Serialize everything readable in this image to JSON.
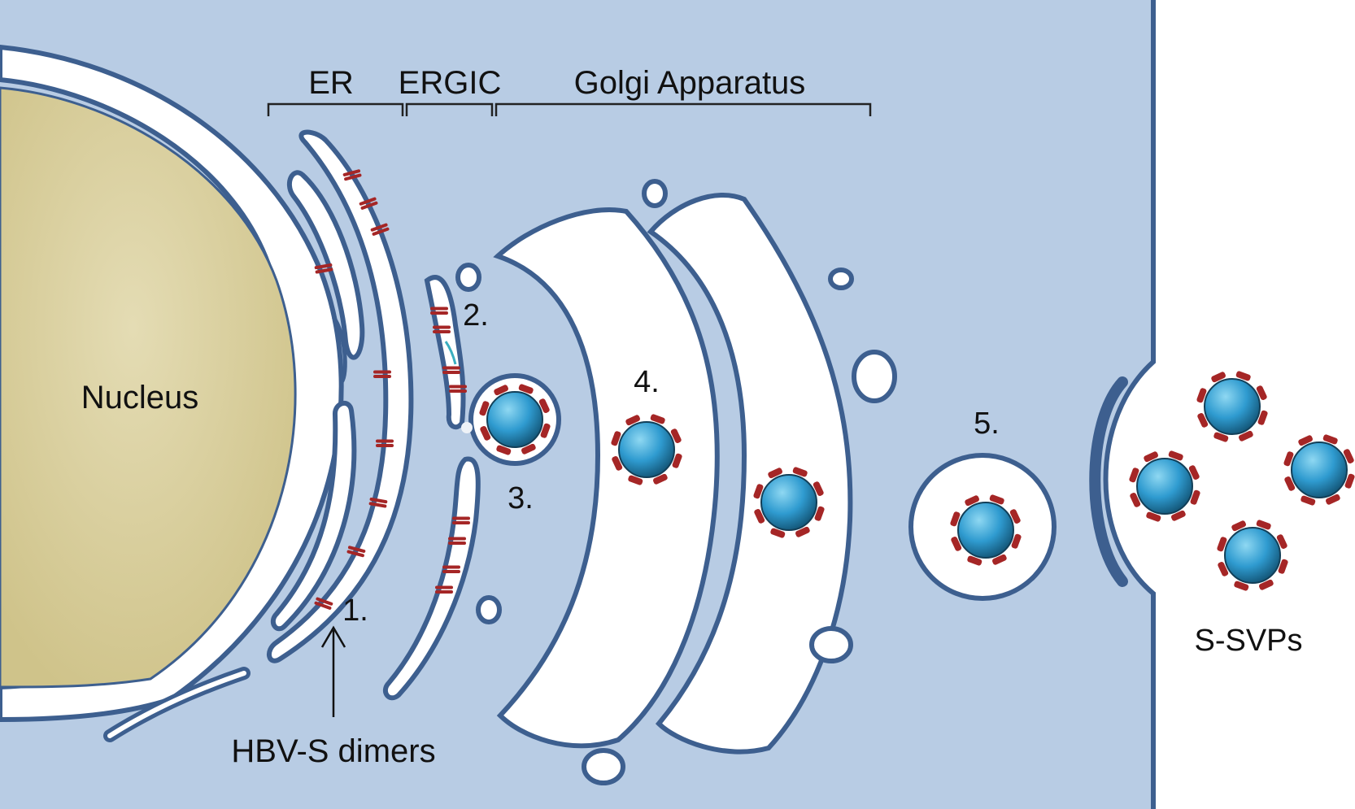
{
  "labels": {
    "er": "ER",
    "ergic": "ERGIC",
    "golgi": "Golgi Apparatus",
    "nucleus": "Nucleus",
    "step1": "1.",
    "step2": "2.",
    "step3": "3.",
    "step4": "4.",
    "step5": "5.",
    "dimers": "HBV-S dimers",
    "svps": "S-SVPs"
  },
  "colors": {
    "cytoplasm": "#b8cce4",
    "membrane": "#3d5f8f",
    "lumen": "#ffffff",
    "nucleus": "#d9cf9f",
    "dimer": "#a52626",
    "particle": "#2f9bd0"
  }
}
